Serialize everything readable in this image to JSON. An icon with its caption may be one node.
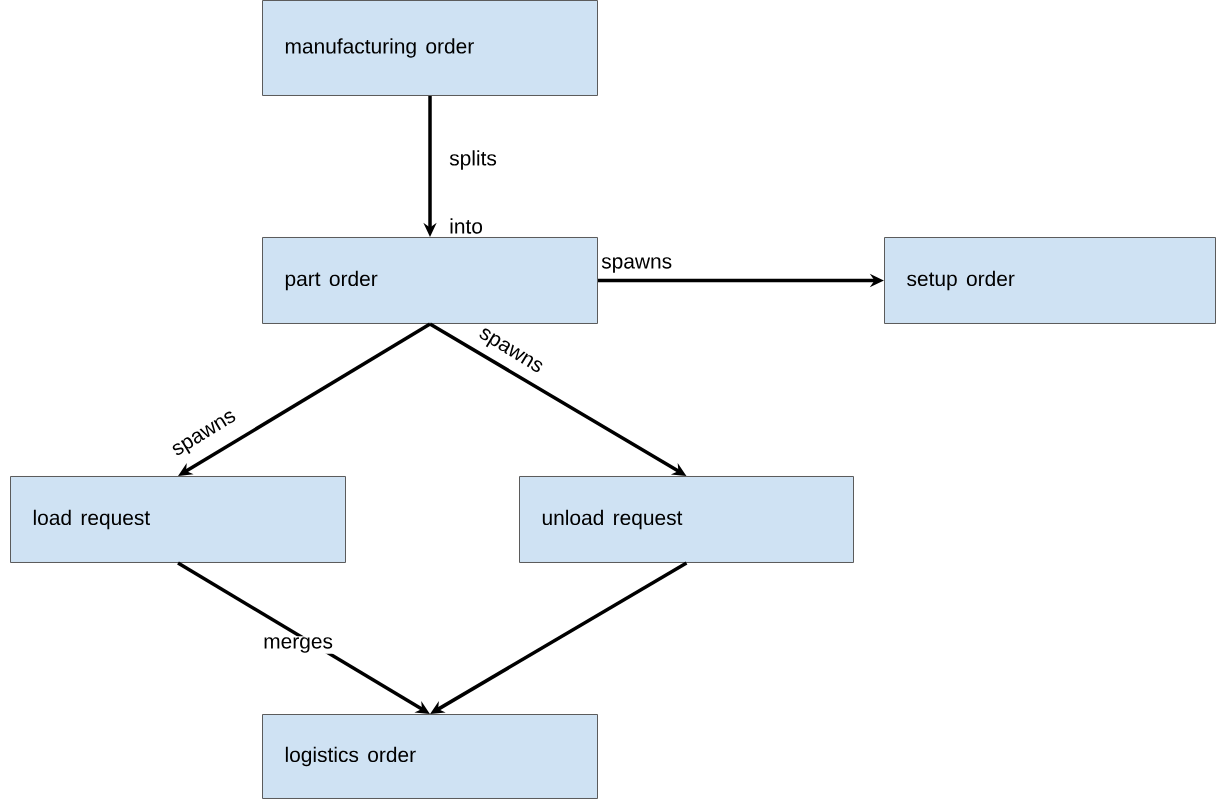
{
  "diagram": {
    "nodes": [
      {
        "text": [
          "manufacturing order"
        ]
      },
      {
        "text": [
          "part order"
        ]
      },
      {
        "text": [
          "setup order"
        ]
      },
      {
        "text": [
          "load request"
        ]
      },
      {
        "text": [
          "unload request"
        ]
      },
      {
        "text": [
          "logistics order"
        ]
      }
    ],
    "edges": [
      {
        "from": 0,
        "to": 1,
        "arrow": "to",
        "label": "splits"
      },
      {
        "from": 1,
        "to": 2,
        "arrow": "to",
        "label": "spawns"
      },
      {
        "from": 1,
        "to": 3,
        "arrow": "to",
        "label": "spawns"
      },
      {
        "from": 1,
        "to": 4,
        "arrow": "to",
        "label": "spawns"
      },
      {
        "from": 3,
        "to": 5,
        "arrow": "to",
        "label": "merges"
      },
      {
        "from": 4,
        "to": 5,
        "arrow": "to"
      }
    ],
    "labels": [
      "into"
    ]
  }
}
